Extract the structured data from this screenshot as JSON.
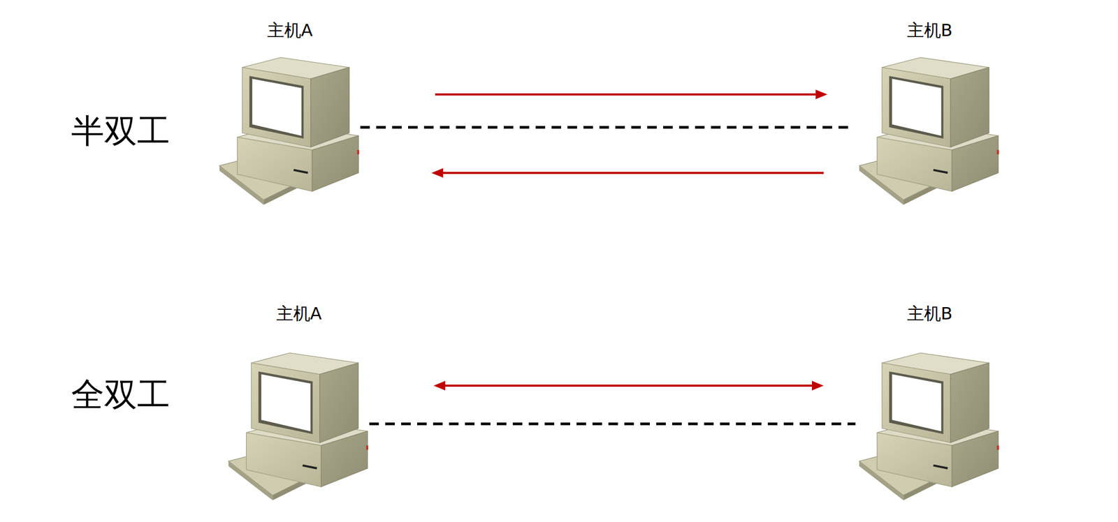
{
  "diagram": {
    "nodes": [
      {
        "text": [
          "主机A"
        ]
      },
      {
        "text": [
          "主机B"
        ]
      },
      {
        "text": [
          "主机A"
        ]
      },
      {
        "text": [
          "主机B"
        ]
      }
    ],
    "edges": [
      {
        "from": 0,
        "to": 1,
        "arrow": "to"
      },
      {
        "from": 0,
        "to": 1,
        "arrow": "none"
      },
      {
        "from": 1,
        "to": 0,
        "arrow": "to"
      },
      {
        "from": 2,
        "to": 3,
        "arrow": "both"
      },
      {
        "from": 2,
        "to": 3,
        "arrow": "none"
      }
    ],
    "labels": [
      "半双工",
      "全双工"
    ]
  }
}
